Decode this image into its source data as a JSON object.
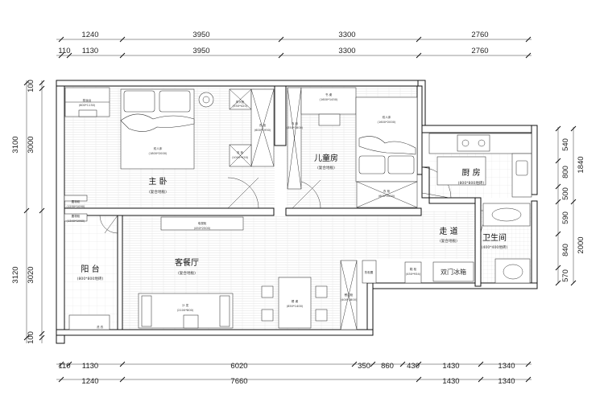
{
  "dimensions": {
    "top_outer": [
      "1240",
      "3950",
      "3300",
      "2760"
    ],
    "top_inner": [
      "110",
      "1130",
      "3950",
      "3300",
      "2760"
    ],
    "bottom_inner": [
      "110",
      "1130",
      "6020",
      "350",
      "860",
      "430",
      "1430",
      "1340"
    ],
    "bottom_outer": [
      "1240",
      "7660",
      "1430",
      "1340"
    ],
    "left_outer": [
      "3100",
      "3120"
    ],
    "left_inner": [
      "100",
      "3000",
      "3020",
      "100"
    ],
    "right_inner": [
      "540",
      "800",
      "500",
      "590",
      "840",
      "570"
    ],
    "right_outer": [
      "1840",
      "2000"
    ]
  },
  "rooms": {
    "master": {
      "name": "主 卧",
      "floor": "(复合地板)"
    },
    "kids": {
      "name": "儿童房",
      "floor": "(复合地板)"
    },
    "kitchen": {
      "name": "厨 房",
      "floor": "(800*800地砖)"
    },
    "corridor": {
      "name": "走 道",
      "floor": "(复合地板)"
    },
    "bath": {
      "name": "卫生间",
      "floor": "(400*400地砖)"
    },
    "living": {
      "name": "客餐厅",
      "floor": "(复合地板)"
    },
    "balcony": {
      "name": "阳 台",
      "floor": "(800*800地砖)"
    }
  },
  "furniture": {
    "vanity": [
      "梳妆台",
      "(600*1130)"
    ],
    "master_bed": [
      "双人床",
      "(1800*2000)"
    ],
    "nightstand": [
      "床头柜",
      "(550*420)"
    ],
    "wardrobe1": [
      "衣 柜",
      "(600*1950)"
    ],
    "wardrobe2": [
      "衣 柜",
      "(1000*420)"
    ],
    "kids_wardrobe": [
      "衣 柜",
      "(350*1800)"
    ],
    "desk": [
      "书 桌",
      "(1600*1450)"
    ],
    "kids_bed": [
      "双人床",
      "(1600*2000)"
    ],
    "kids_cabinet": [
      "衣 柜",
      "(600*2000)"
    ],
    "storage1": [
      "置物柜",
      "(1250*1090)"
    ],
    "storage2": [
      "置物柜",
      "(1340*1960)"
    ],
    "tv_cabinet": [
      "电视柜",
      "(450*2500)"
    ],
    "sofa": [
      "沙 发",
      "(2100*800)"
    ],
    "dining": [
      "餐 桌",
      "(850*1400)"
    ],
    "sideboard": [
      "餐边柜",
      "(400*1800)"
    ],
    "shoe": [
      "鞋 柜",
      "(450*934)"
    ],
    "fridge": "双门冰箱",
    "drinking": "热柜置",
    "washer": "洗 衣"
  }
}
